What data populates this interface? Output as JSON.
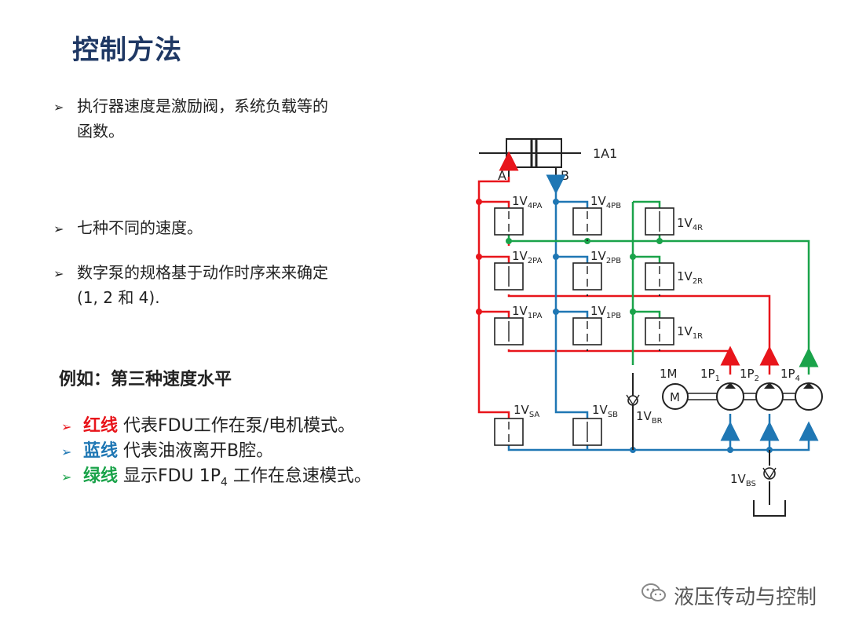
{
  "title": "控制方法",
  "bullets": [
    {
      "line1": "执行器速度是激励阀，系统负载等的",
      "line2": "函数。"
    },
    {
      "line1": "七种不同的速度。"
    },
    {
      "line1": "数字泵的规格基于动作时序来来确定",
      "line2": "(1, 2 和 4)."
    }
  ],
  "example_heading": "例如：第三种速度水平",
  "legend": [
    {
      "keyword": "红线",
      "text": " 代表FDU工作在泵/电机模式。",
      "color": "#e8151b"
    },
    {
      "keyword": "蓝线",
      "text": " 代表油液离开B腔。",
      "color": "#1f77b4"
    },
    {
      "keyword": "绿线",
      "text_before": " 显示FDU 1P",
      "sub": "4",
      "text_after": " 工作在怠速模式。",
      "color": "#1aa34a"
    }
  ],
  "arrow_glyph": "➢",
  "diagram": {
    "actuator": "1A1",
    "port_a": "A",
    "port_b": "B",
    "motor": "1M",
    "motor_symbol": "M",
    "pumps": [
      {
        "base": "1P",
        "sub": "1"
      },
      {
        "base": "1P",
        "sub": "2"
      },
      {
        "base": "1P",
        "sub": "4"
      }
    ],
    "valves": [
      {
        "base": "1V",
        "sub": "4PA"
      },
      {
        "base": "1V",
        "sub": "4PB"
      },
      {
        "base": "1V",
        "sub": "4R"
      },
      {
        "base": "1V",
        "sub": "2PA"
      },
      {
        "base": "1V",
        "sub": "2PB"
      },
      {
        "base": "1V",
        "sub": "2R"
      },
      {
        "base": "1V",
        "sub": "1PA"
      },
      {
        "base": "1V",
        "sub": "1PB"
      },
      {
        "base": "1V",
        "sub": "1R"
      },
      {
        "base": "1V",
        "sub": "SA"
      },
      {
        "base": "1V",
        "sub": "SB"
      },
      {
        "base": "1V",
        "sub": "BR"
      },
      {
        "base": "1V",
        "sub": "BS"
      }
    ],
    "colors": {
      "red": "#e8151b",
      "blue": "#1f77b4",
      "green": "#1aa34a",
      "black": "#222222"
    }
  },
  "watermark": "液压传动与控制"
}
